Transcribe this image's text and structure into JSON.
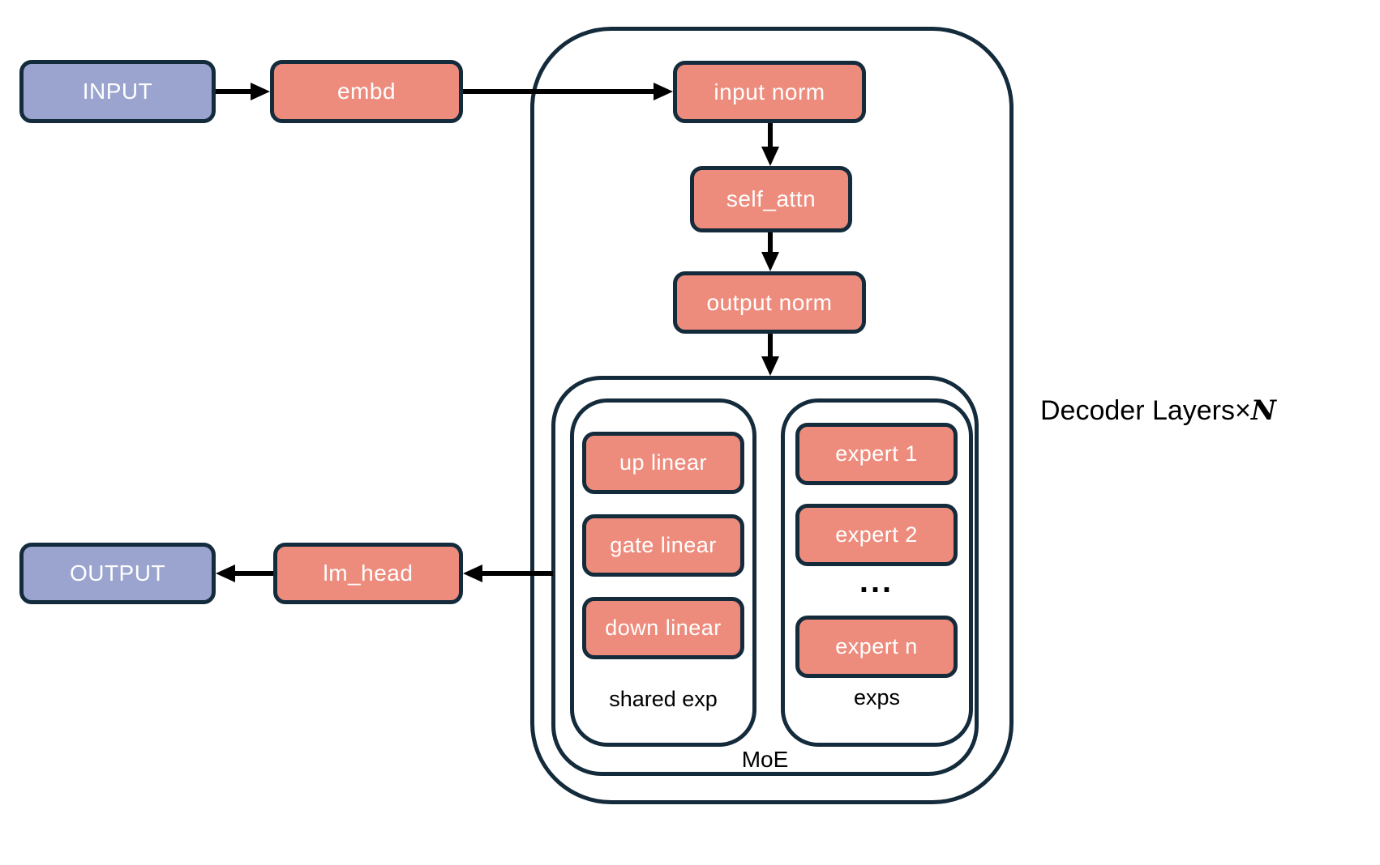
{
  "colors": {
    "background": "#ffffff",
    "salmon": "#ED8C7D",
    "lavender": "#9AA4CF",
    "border": "#142B3C",
    "arrow": "#000000",
    "label_text": "#000000",
    "box_text": "#ffffff"
  },
  "nodes": {
    "input": "INPUT",
    "embd": "embd",
    "input_norm": "input norm",
    "self_attn": "self_attn",
    "output_norm": "output norm",
    "lm_head": "lm_head",
    "output": "OUTPUT"
  },
  "decoder": {
    "label_prefix": "Decoder Layers×",
    "label_repeat": "N"
  },
  "moe": {
    "label": "MoE",
    "shared_exp": {
      "label": "shared exp",
      "boxes": [
        "up linear",
        "gate linear",
        "down linear"
      ]
    },
    "exps": {
      "label": "exps",
      "boxes": [
        "expert 1",
        "expert 2",
        "expert n"
      ],
      "ellipsis": "..."
    }
  }
}
